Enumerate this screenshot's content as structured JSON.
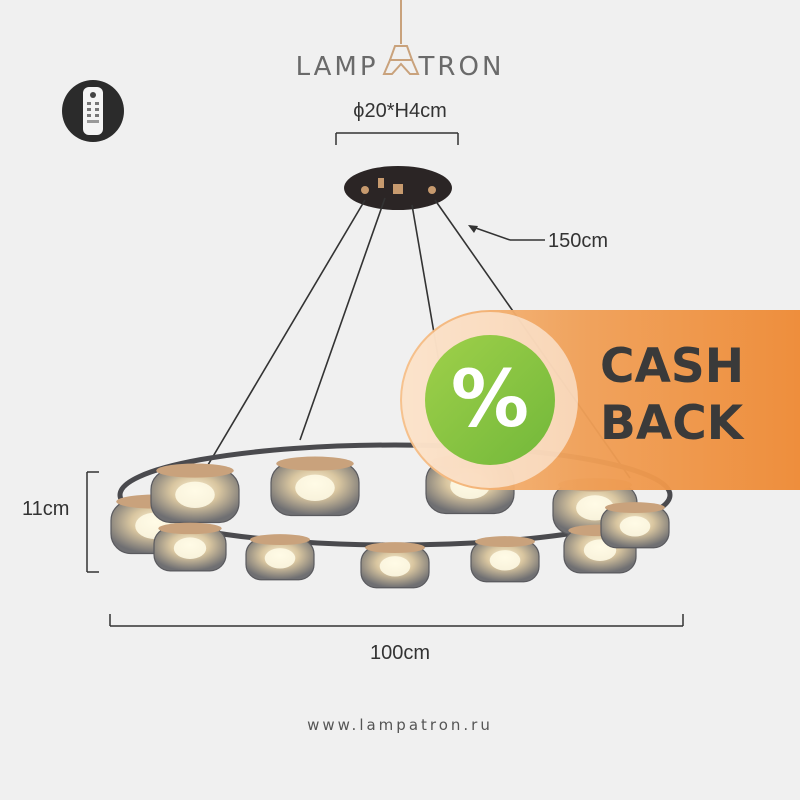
{
  "brand": {
    "name_left": "LAMP",
    "name_right": "TRON",
    "website": "www.lampatron.ru"
  },
  "product": {
    "canopy_dimension": "ϕ20*H4cm",
    "cable_length": "150cm",
    "height_dimension": "11cm",
    "width_dimension": "100cm",
    "shade_count": 11
  },
  "promo": {
    "symbol": "%",
    "line1": "CASH",
    "line2": "BACK"
  },
  "icons": {
    "remote": "remote-control-icon",
    "logo_mark": "eiffel-lamp-icon",
    "percent": "percent-icon"
  },
  "colors": {
    "background": "#f0f0f0",
    "promo_orange": "#ee8a35",
    "promo_green": "#72b83a",
    "text_dark": "#333333"
  }
}
